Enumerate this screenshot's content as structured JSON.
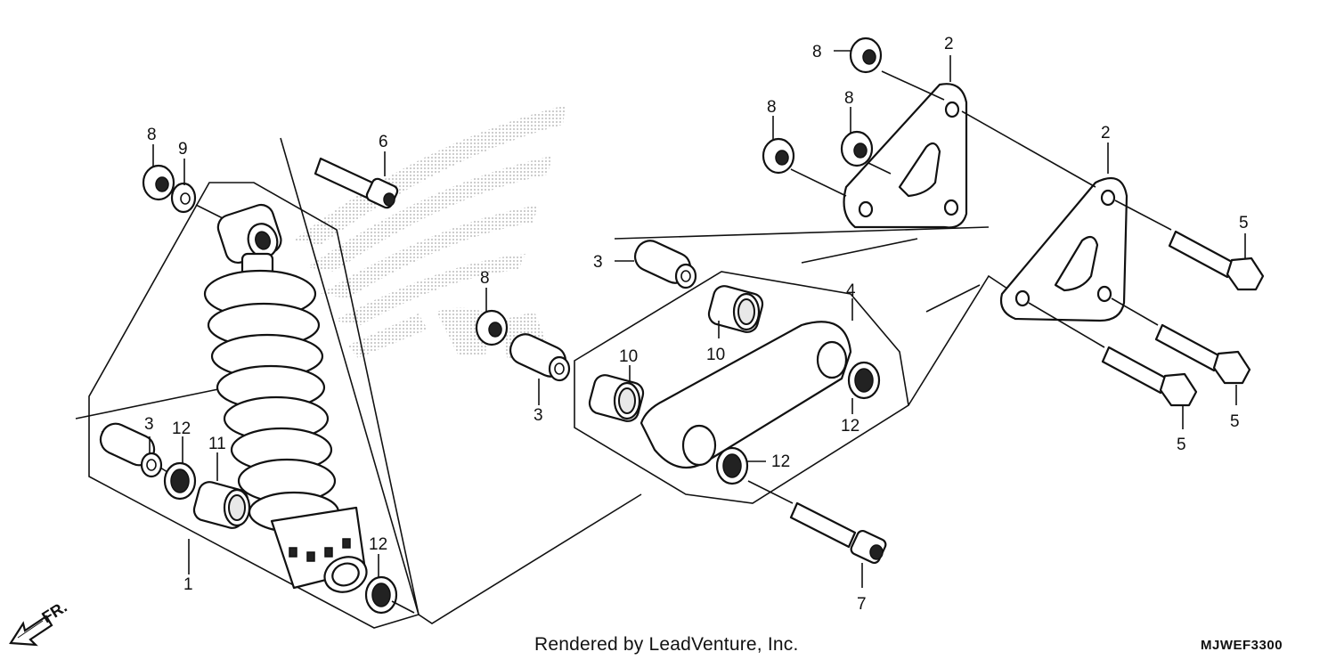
{
  "callouts": [
    {
      "label": "1"
    },
    {
      "label": "2"
    },
    {
      "label": "2"
    },
    {
      "label": "3"
    },
    {
      "label": "3"
    },
    {
      "label": "3"
    },
    {
      "label": "4"
    },
    {
      "label": "5"
    },
    {
      "label": "5"
    },
    {
      "label": "5"
    },
    {
      "label": "6"
    },
    {
      "label": "7"
    },
    {
      "label": "8"
    },
    {
      "label": "8"
    },
    {
      "label": "8"
    },
    {
      "label": "8"
    },
    {
      "label": "8"
    },
    {
      "label": "9"
    },
    {
      "label": "10"
    },
    {
      "label": "10"
    },
    {
      "label": "11"
    },
    {
      "label": "12"
    },
    {
      "label": "12"
    },
    {
      "label": "12"
    },
    {
      "label": "12"
    }
  ],
  "direction_label": "FR.",
  "credit": "Rendered by LeadVenture, Inc.",
  "diagram_code": "MJWEF3300"
}
